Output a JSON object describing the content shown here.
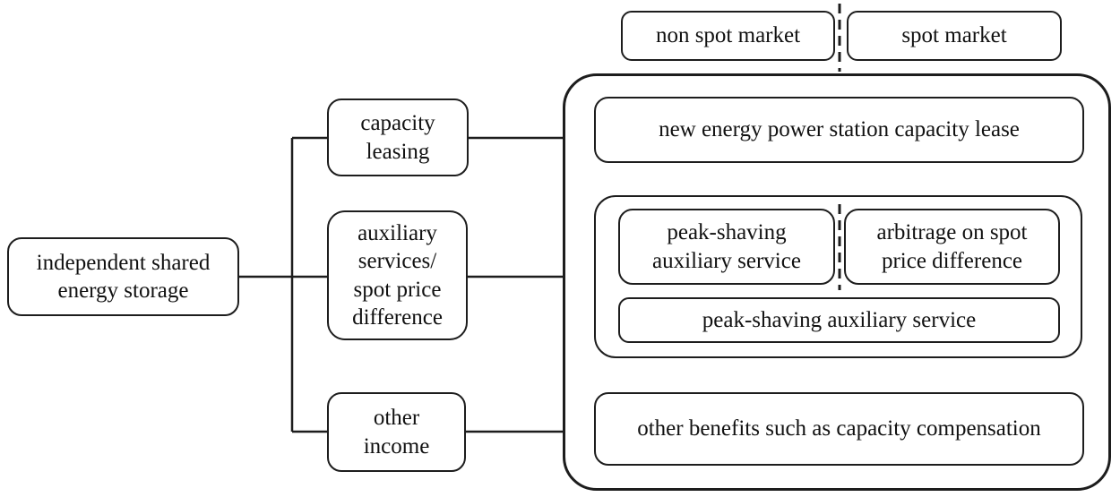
{
  "colors": {
    "stroke": "#1d1d1d",
    "background": "#ffffff",
    "text": "#111111"
  },
  "diagram": {
    "source": {
      "label": "independent shared\nenergy storage"
    },
    "branches": [
      {
        "label": "capacity\nleasing"
      },
      {
        "label": "auxiliary\nservices/\nspot price\ndifference"
      },
      {
        "label": "other\nincome"
      }
    ],
    "market_headers": [
      {
        "label": "non spot market"
      },
      {
        "label": "spot market"
      }
    ],
    "revenues": {
      "capacity_lease": {
        "label": "new energy power station capacity lease"
      },
      "auxiliary_group": {
        "non_spot": {
          "label": "peak-shaving\nauxiliary service"
        },
        "spot": {
          "label": "arbitrage on spot\nprice difference"
        },
        "combined": {
          "label": "peak-shaving auxiliary service"
        }
      },
      "other": {
        "label": "other benefits such as capacity compensation"
      }
    }
  }
}
